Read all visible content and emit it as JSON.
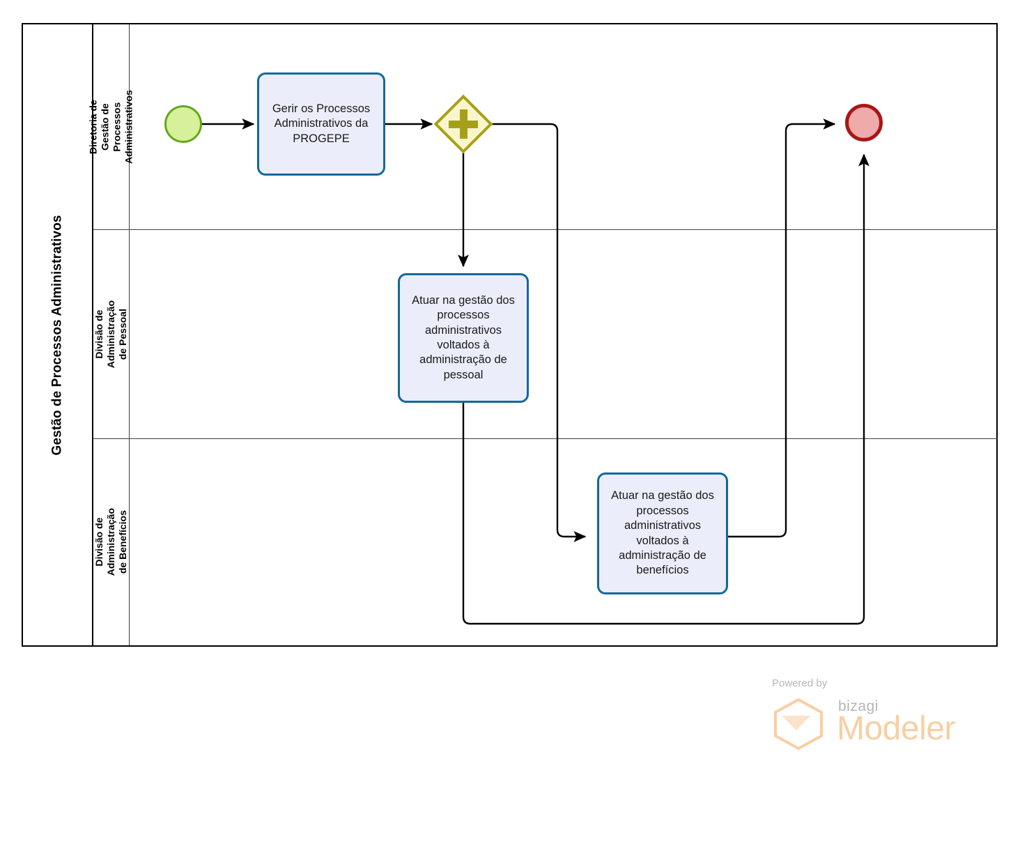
{
  "diagram": {
    "type": "bpmn-process-diagram",
    "pool": {
      "name": "Gestão de Processos Administrativos"
    },
    "lanes": [
      {
        "id": "lane-diretoria",
        "name": "Diretoria de Gestão de Processos Administrativos"
      },
      {
        "id": "lane-pessoal",
        "name": "Divisão de Administração de Pessoal"
      },
      {
        "id": "lane-beneficios",
        "name": "Divisão de Administração de Benefícios"
      }
    ],
    "nodes": {
      "start_event": {
        "kind": "start-event",
        "label": "",
        "lane": "lane-diretoria"
      },
      "task_gerir": {
        "kind": "sub-process",
        "label": "Gerir os Processos Administrativos da PROGEPE",
        "lane": "lane-diretoria"
      },
      "gateway_parallel": {
        "kind": "parallel-gateway",
        "label": "",
        "lane": "lane-diretoria"
      },
      "task_pessoal": {
        "kind": "sub-process",
        "label": "Atuar na gestão dos processos administrativos voltados à administração de pessoal",
        "lane": "lane-pessoal"
      },
      "task_beneficios": {
        "kind": "sub-process",
        "label": "Atuar na gestão dos processos administrativos voltados à administração de benefícios",
        "lane": "lane-beneficios"
      },
      "end_event": {
        "kind": "end-event",
        "label": "",
        "lane": "lane-diretoria"
      }
    },
    "flows": [
      {
        "from": "start_event",
        "to": "task_gerir"
      },
      {
        "from": "task_gerir",
        "to": "gateway_parallel"
      },
      {
        "from": "gateway_parallel",
        "to": "task_pessoal"
      },
      {
        "from": "gateway_parallel",
        "to": "task_beneficios"
      },
      {
        "from": "task_beneficios",
        "to": "end_event"
      },
      {
        "from": "task_pessoal",
        "to": "end_event"
      }
    ],
    "colors": {
      "pool_border": "#000000",
      "lane_border": "#404040",
      "start_event_fill": "#D7F09A",
      "start_event_border": "#62A81B",
      "end_event_fill": "#EFAAAA",
      "end_event_border": "#A91616",
      "task_fill": "#EBEDFA",
      "task_border": "#11699B",
      "gateway_fill": "#FAF6CC",
      "gateway_border": "#A6A019",
      "flow_line": "#000000"
    }
  },
  "watermark": {
    "powered_by": "Powered by",
    "brand": "bizagi",
    "product": "Modeler",
    "brand_color": "#B6B6B6",
    "product_color": "#F7CFA2"
  }
}
